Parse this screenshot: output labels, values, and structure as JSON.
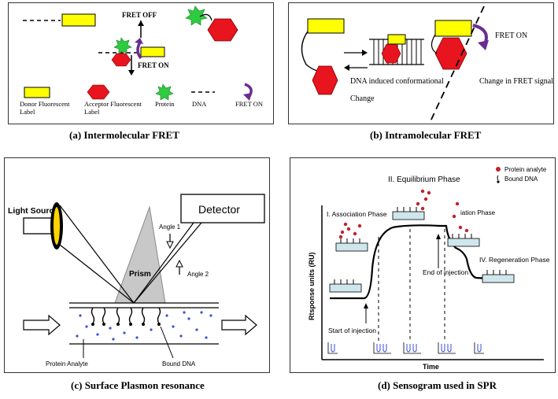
{
  "panel_a": {
    "caption_letter": "(a)",
    "caption": "Intermolecular FRET",
    "fret_off": "FRET OFF",
    "fret_on": "FRET ON",
    "legend": {
      "donor_line1": "Donor Fluorescent",
      "donor_line2": "Label",
      "acceptor_line1": "Acceptor Fluorescent",
      "acceptor_line2": "Label",
      "protein": "Protein",
      "dna": "DNA",
      "fret_on": "FRET ON"
    }
  },
  "panel_b": {
    "caption_letter": "(b)",
    "caption": "Intramolecular FRET",
    "fret_on": "FRET ON",
    "dna_induced_line1": "DNA induced conformational",
    "dna_induced_line2": "Change",
    "change_fret": "Change in FRET signal"
  },
  "panel_c": {
    "caption_letter": "(c)",
    "caption": "Surface Plasmon resonance",
    "light_source": "Light Source",
    "detector": "Detector",
    "prism": "Prism",
    "angle1": "Angle 1",
    "angle2": "Angle 2",
    "protein_analyte": "Protein Analyte",
    "bound_dna": "Bound DNA"
  },
  "panel_d": {
    "caption_letter": "(d)",
    "caption": "Sensogram used in SPR",
    "equilibrium": "II. Equilibrium Phase",
    "association": "I. Association Phase",
    "dissociation": "iation Phase",
    "regeneration": "IV. Regeneration Phase",
    "end_injection": "End of injection",
    "start_injection": "Start of injection",
    "ylabel": "Rtsponse units (RU)",
    "xlabel": "Time",
    "legend_protein": "Protein analyte",
    "legend_dna": "Bound DNA"
  },
  "colors": {
    "donor": "#ffff00",
    "acceptor": "#e8141e",
    "protein": "#2ecc40",
    "arrow_purple": "#6a2c91",
    "prism": "#c8c8c8",
    "chip": "#cfe6ec",
    "analyte_dot": "#c0232a",
    "dot_blue": "#3a4fd8"
  }
}
